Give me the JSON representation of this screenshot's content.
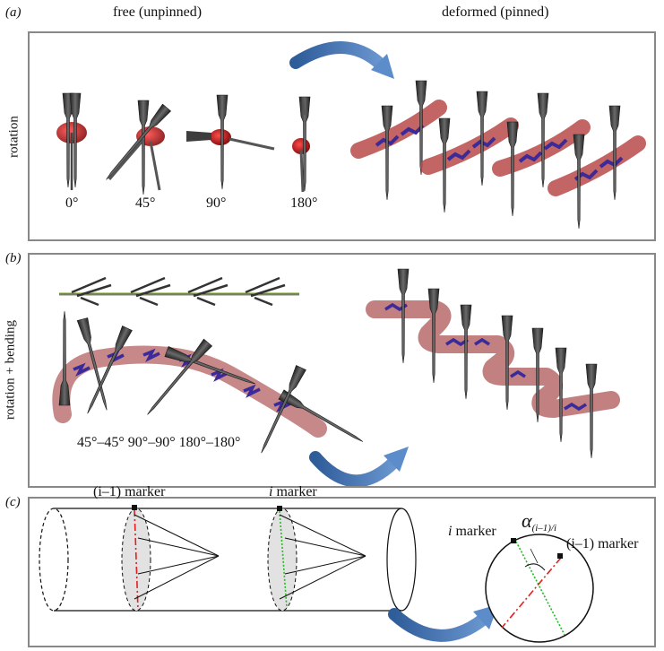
{
  "header": {
    "free_label": "free (unpinned)",
    "deformed_label": "deformed (pinned)"
  },
  "panel_a": {
    "letter": "(a)",
    "side_label": "rotation",
    "angles": [
      "0°",
      "45°",
      "90°",
      "180°"
    ]
  },
  "panel_b": {
    "letter": "(b)",
    "side_label": "rotation + bending",
    "angles_text": "45°–45° 90°–90° 180°–180°"
  },
  "panel_c": {
    "letter": "(c)",
    "marker_prev": "(i–1) marker",
    "marker_i_prefix": "i",
    "marker_suffix": " marker",
    "circle_i_prefix": "i",
    "circle_prev": "(i–1) marker",
    "alpha_symbol": "α",
    "alpha_subscript": "(i–1)/i"
  },
  "colors": {
    "panel_border": "#888888",
    "arrow_blue": "#3f6fae",
    "pin_gray": "#3d3d3d",
    "tube_red": "#b84a4a",
    "marker_purple": "#3a2a9a",
    "dashed_red": "#e02020",
    "dashed_green": "#22bb22"
  }
}
